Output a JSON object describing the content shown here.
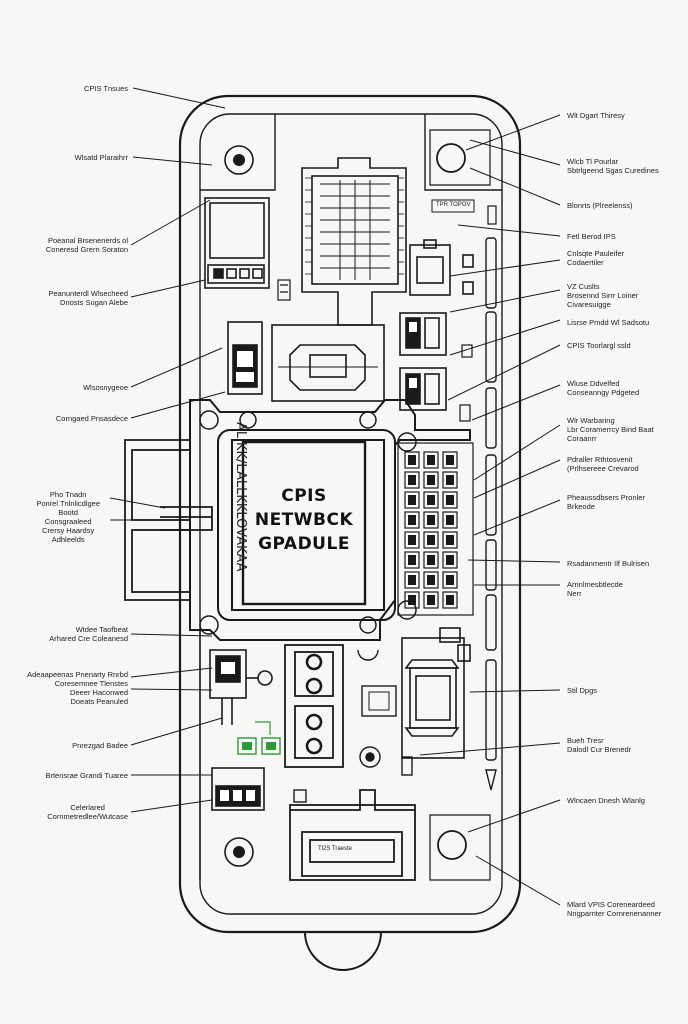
{
  "module": {
    "line1": "CPIS",
    "line2": "NETWBCK",
    "line3": "GPADULE",
    "side_text": "ALIKK/LALLKKLOVAKAA",
    "tag_text": "TPR TOPOV"
  },
  "labels_left": [
    "CPIS Tnsues",
    "Wlsatd Plaraihrr",
    "Poeanal Brsenenerds ol\nConeresd Grern Soraton",
    "Peanunterdl Wlsecheed\nDnosts Sugan Alebe",
    "Wlsosnygeoe",
    "Corngaed Pnsasdece",
    "Pho Tnadn\nPonrel Tnlnlicdlgee\nBootd\nConsgraaleed\nCrersy Haardsy\nAdhleelds",
    "Wtdee Taofbeat\nArhared Cre Coleanesd",
    "Adeaapeenas Pnenarty Rnrbd\nCoresemnee Tlenstes\nDeeer Haconwed\nDoeats Peanuled",
    "Pnrezgad Badee",
    "Brtensrae Grandi Tuaree",
    "Celerlared\nCornmetredlee/Wutcase"
  ],
  "labels_right": [
    "Wlt Dgart Thiresy",
    "Wlcb Tl Pourlar\nSbtrlgeend Sgas Curedines",
    "Blonrts (Plreelenss)",
    "Fetl Berod IPS",
    "Cnlsqte Pauleifer\nCodaertiler",
    "VZ Cuslts\nBrosennd Sirrr Loiner\nCivaresuigge",
    "Lisrse Pmdd Wl Sadsotu",
    "CPIS Toorlargl ssld",
    "Wluse Ddvelfed\nConseanngy Pdgeted",
    "Wlr Warbaring\nLbr Coramerrcy Bind Baat\nCoraanrr",
    "Pdraller Rthtosvenit\n(Prlhsereee Crevarod",
    "Pheaussdbsers Pronler\nBrkeode",
    "Rsadanmentr Ilf Bulrisen",
    "Arnnlmesbtlecde\nNerr",
    "Stil Dpgs",
    "Bueh Tresr\nDalodl Cur Brenedr",
    "Wlncaen Dnesh Wlanlg",
    "Mlard VPIS Coreneardeed\nNngparnter Cornrenenanner"
  ],
  "small_tags": [
    "Tl2S Traeste"
  ],
  "colors": {
    "line": "#1a1a1a",
    "background": "#f7f7f5",
    "accent_green": "#2e9a3a"
  }
}
